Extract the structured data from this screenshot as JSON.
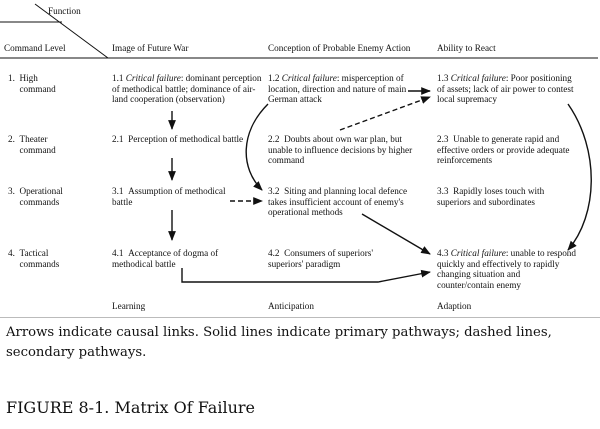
{
  "header": {
    "function_label": "Function",
    "command_level_label": "Command Level",
    "columns": [
      "Image of Future War",
      "Conception of Probable Enemy Action",
      "Ability to React"
    ]
  },
  "rows": [
    {
      "number": "1.",
      "label": "High command"
    },
    {
      "number": "2.",
      "label": "Theater command"
    },
    {
      "number": "3.",
      "label": "Operational commands"
    },
    {
      "number": "4.",
      "label": "Tactical commands"
    }
  ],
  "cells": {
    "c11": {
      "num": "1.1",
      "crit": "Critical failure",
      "text": ": dominant perception of methodical battle; dominance of air-land cooperation (observation)"
    },
    "c12": {
      "num": "1.2",
      "crit": "Critical failure",
      "text": ": misperception of location, direction and nature of main German attack"
    },
    "c13": {
      "num": "1.3",
      "crit": "Critical failure",
      "text": ": Poor positioning of assets; lack of air power to contest local supremacy"
    },
    "c21": {
      "num": "2.1",
      "text": "Perception of methodical battle"
    },
    "c22": {
      "num": "2.2",
      "text": "Doubts about own war plan, but unable to influence decisions by higher command"
    },
    "c23": {
      "num": "2.3",
      "text": "Unable to generate rapid and effective orders or provide adequate reinforcements"
    },
    "c31": {
      "num": "3.1",
      "text": "Assumption of methodical battle"
    },
    "c32": {
      "num": "3.2",
      "text": "Siting and planning local defence takes insufficient account of enemy's operational methods"
    },
    "c33": {
      "num": "3.3",
      "text": "Rapidly loses touch with superiors and subordinates"
    },
    "c41": {
      "num": "4.1",
      "text": "Acceptance of dogma of methodical battle"
    },
    "c42": {
      "num": "4.2",
      "text": "Consumers of superiors' superiors' paradigm"
    },
    "c43": {
      "num": "4.3",
      "crit": "Critical failure",
      "text": ": unable to respond quickly and effectively to rapidly changing situation and counter/contain enemy"
    }
  },
  "footer": [
    "Learning",
    "Anticipation",
    "Adaption"
  ],
  "caption": "Arrows indicate causal links. Solid lines indicate primary pathways; dashed lines, secondary pathways.",
  "figure_title": "FIGURE 8-1. Matrix Of Failure"
}
